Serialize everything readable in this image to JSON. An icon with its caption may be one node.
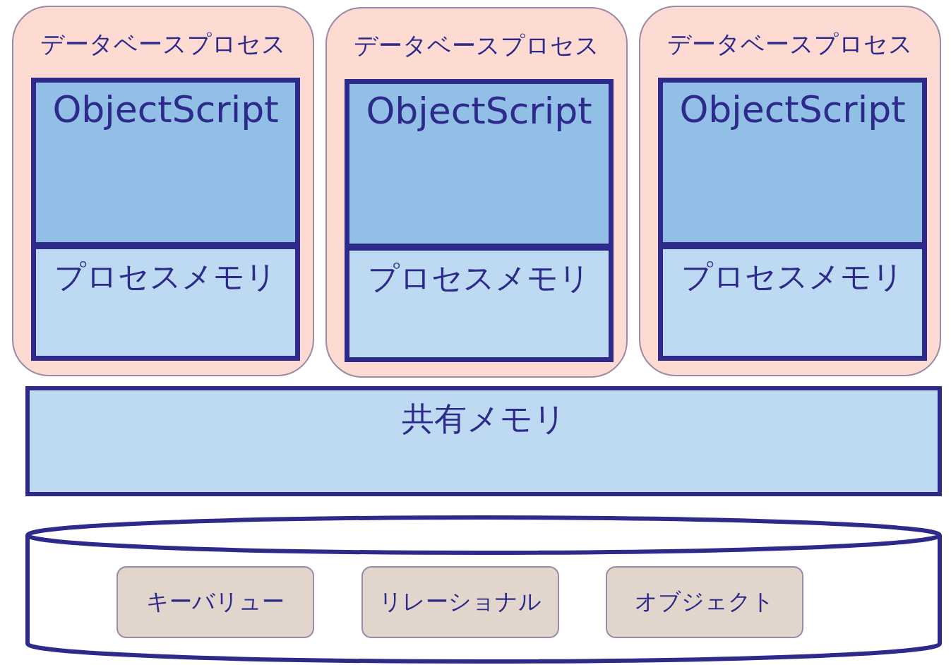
{
  "diagram": {
    "nodes": [
      {
        "text": [
          "データベースプロセス"
        ]
      },
      {
        "text": [
          "ObjectScript"
        ],
        "in": 0
      },
      {
        "text": [
          "プロセスメモリ"
        ],
        "in": 0
      },
      {
        "text": [
          "データベースプロセス"
        ]
      },
      {
        "text": [
          "ObjectScript"
        ],
        "in": 3
      },
      {
        "text": [
          "プロセスメモリ"
        ],
        "in": 3
      },
      {
        "text": [
          "データベースプロセス"
        ]
      },
      {
        "text": [
          "ObjectScript"
        ],
        "in": 6
      },
      {
        "text": [
          "プロセスメモリ"
        ],
        "in": 6
      },
      {
        "text": [
          "共有メモリ"
        ]
      },
      {
        "text": [],
        "shape": "cylinder"
      },
      {
        "text": [
          "キーバリュー"
        ],
        "in": 10
      },
      {
        "text": [
          "リレーショナル"
        ],
        "in": 10
      },
      {
        "text": [
          "オブジェクト"
        ],
        "in": 10
      }
    ]
  }
}
